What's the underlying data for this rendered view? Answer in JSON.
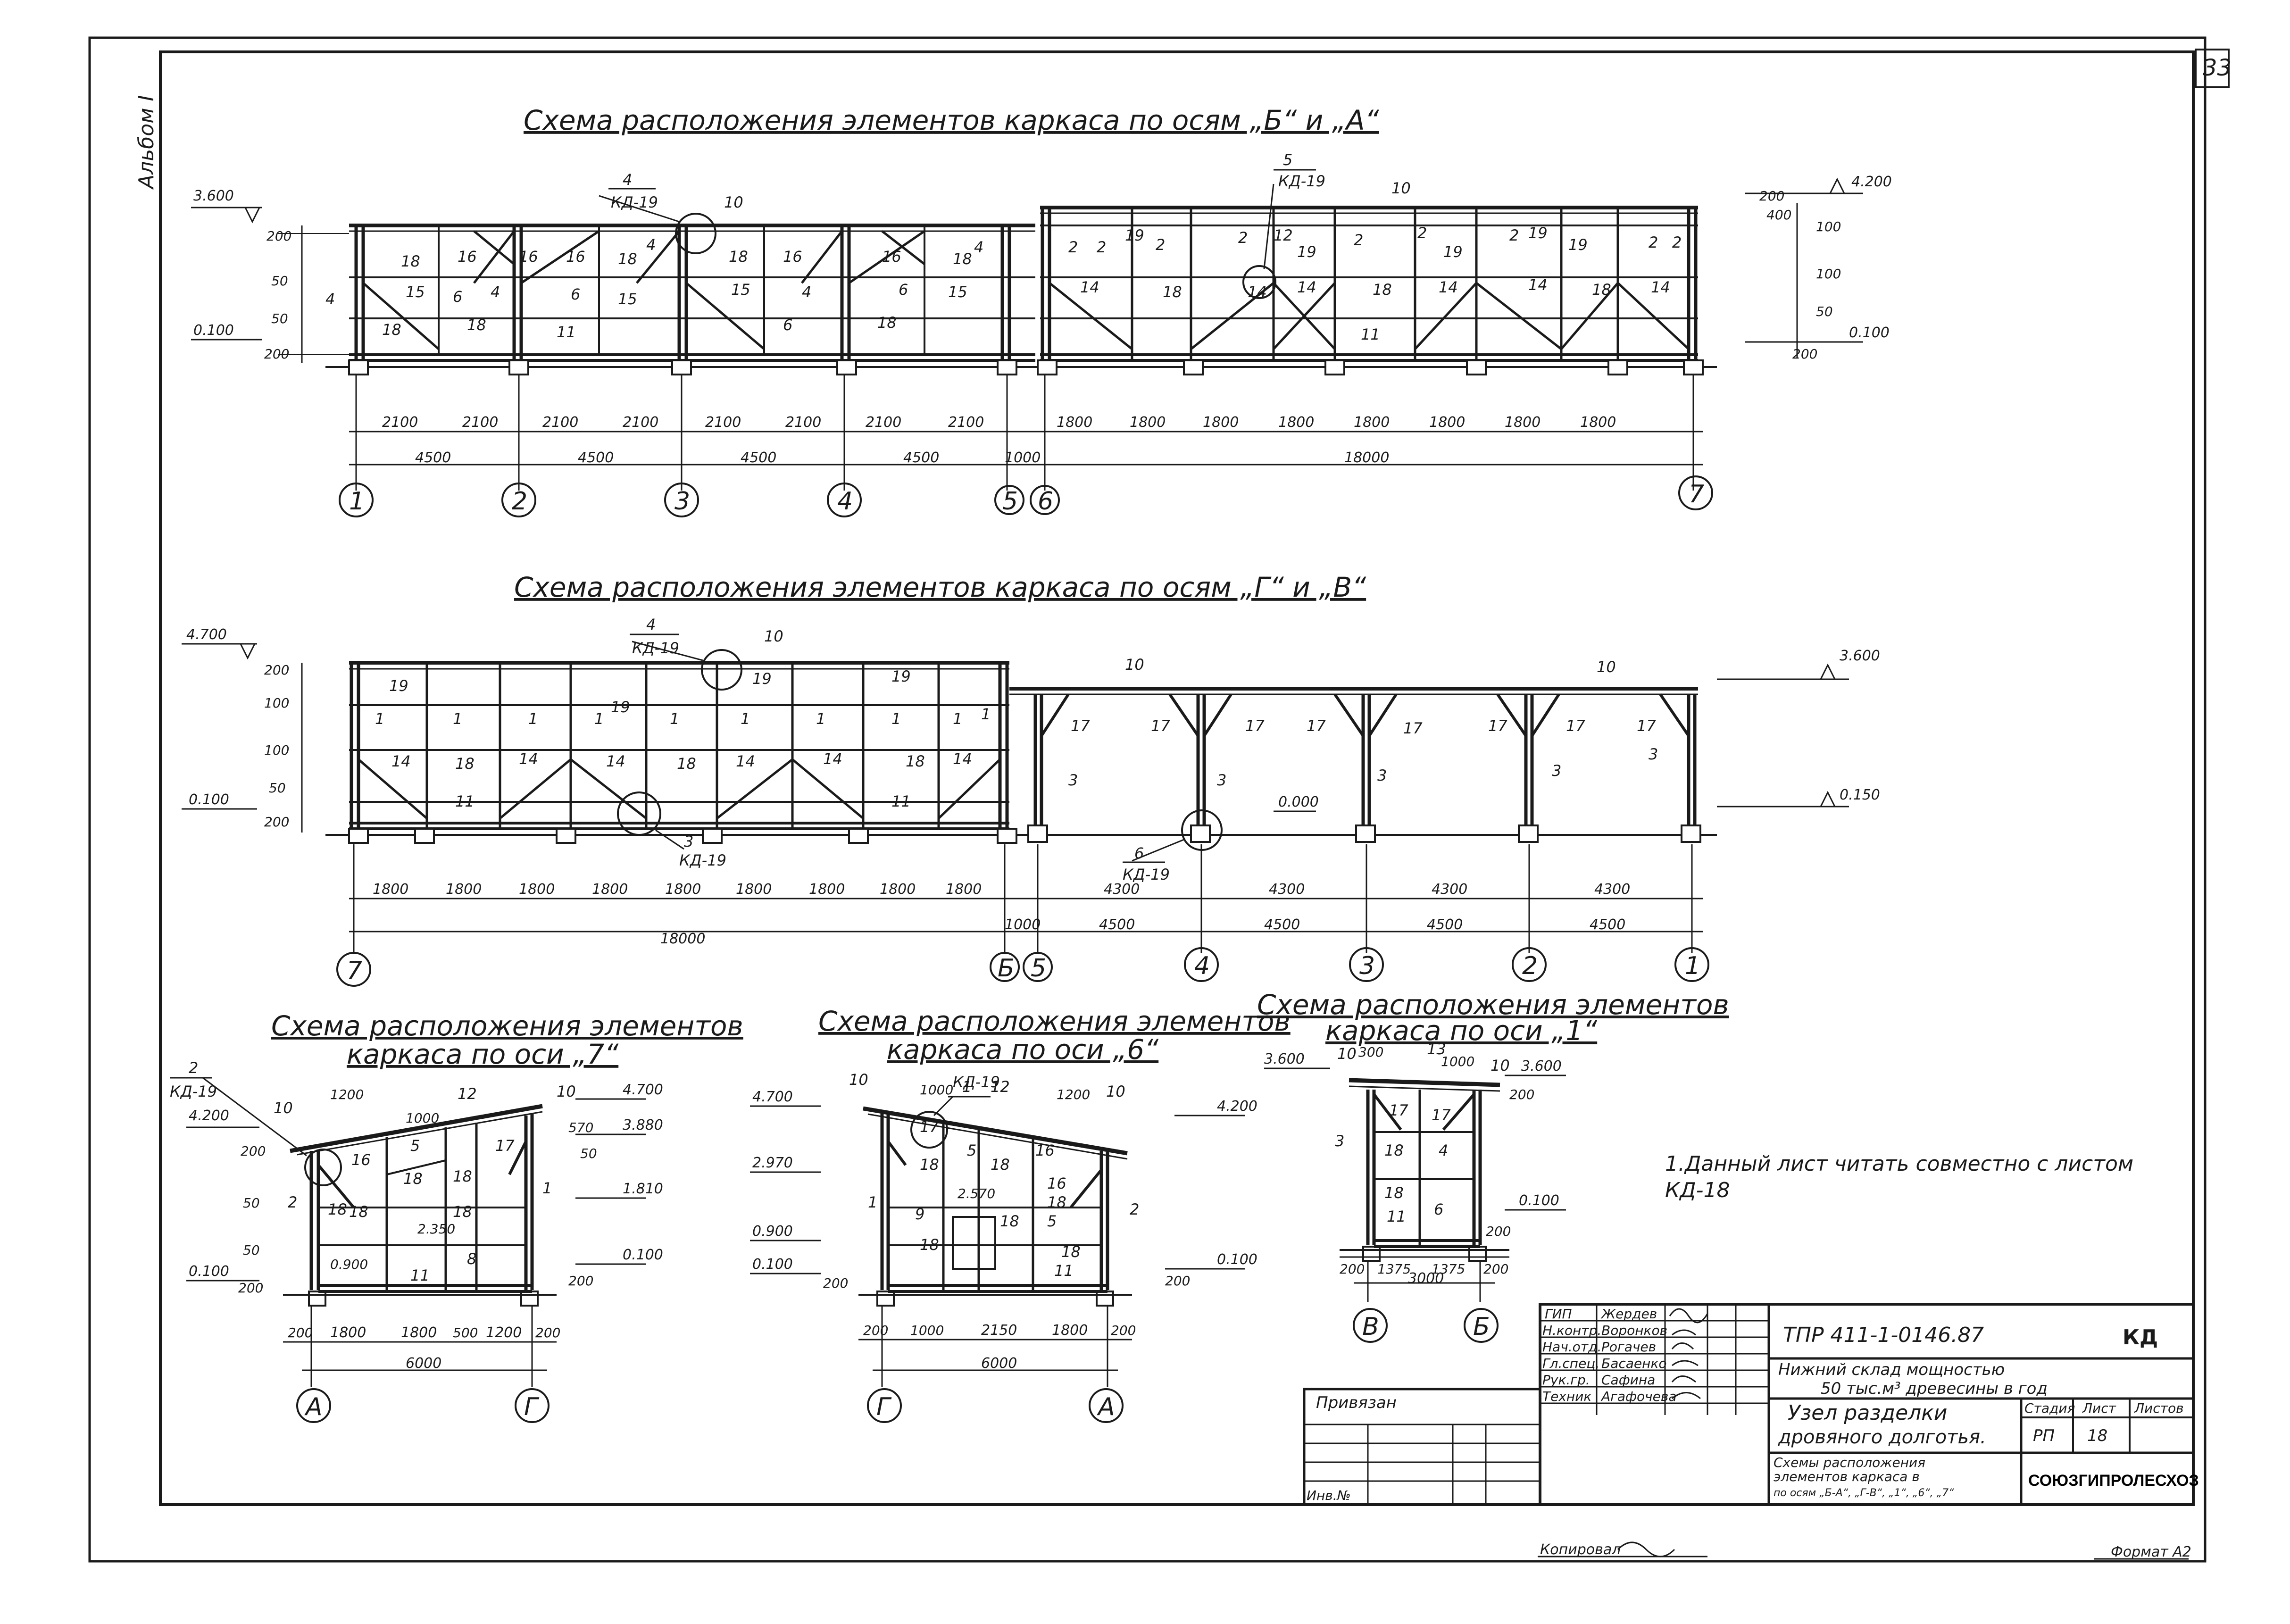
{
  "sheet_number": "33",
  "side_label": "Альбом I",
  "note": "1.Данный лист читать совместно с листом КД-18",
  "stamp": {
    "doc_code": "ТПР 411-1-0146.87",
    "mark": "КД",
    "project_line1": "Нижний склад мощностью",
    "project_line2": "50 тыс.м³ древесины в год",
    "object_line1": "Узел разделки",
    "object_line2": "дровяного долготья.",
    "sheet_title_line1": "Схемы расположения",
    "sheet_title_line2": "элементов каркаса в",
    "sheet_title_line3": "по осям „Б-А“, „Г-В“, „1“, „6“, „7“",
    "stage_header": "Стадия",
    "sheet_header": "Лист",
    "sheets_header": "Листов",
    "stage": "РП",
    "sheet": "18",
    "org": "СОЮЗГИПРОЛЕСХОЗ",
    "binding": "Привязан",
    "inv": "Инв.№",
    "roles": [
      {
        "role": "ГИП",
        "name": "Жердев"
      },
      {
        "role": "Н.контр.",
        "name": "Воронков"
      },
      {
        "role": "Нач.отд.",
        "name": "Рогачев"
      },
      {
        "role": "Гл.спец.",
        "name": "Басаенко"
      },
      {
        "role": "Рук.гр.",
        "name": "Сафина"
      },
      {
        "role": "Техник",
        "name": "Агафочева"
      }
    ]
  },
  "footer_copied": "Копировал",
  "footer_format": "Формат А2",
  "drawings": {
    "top": {
      "title": "Схема расположения элементов каркаса по осям „Б“ и „А“",
      "levels_left": [
        "3.600",
        "0.100"
      ],
      "levels_right": [
        "4.200",
        "0.100"
      ],
      "callout_a": {
        "num": "4",
        "ref": "КД-19"
      },
      "callout_b": {
        "num": "5",
        "ref": "КД-19"
      },
      "span_labels_left": [
        "2100",
        "2100",
        "2100",
        "2100",
        "2100",
        "2100",
        "2100",
        "2100"
      ],
      "span_labels_right": [
        "1800",
        "1800",
        "1800",
        "1800",
        "1800",
        "1800",
        "1800",
        "1800"
      ],
      "axis_spans": [
        "4500",
        "4500",
        "4500",
        "4500",
        "1000",
        "18000"
      ],
      "axes": [
        "1",
        "2",
        "3",
        "4",
        "5",
        "6",
        "7"
      ]
    },
    "middle": {
      "title": "Схема расположения элементов каркаса по осям „Г“ и „В“",
      "levels_left": [
        "4.700",
        "0.100"
      ],
      "levels_right": [
        "3.600",
        "0.150"
      ],
      "level_mid": "0.000",
      "callout_a": {
        "num": "4",
        "ref": "КД-19"
      },
      "callout_b": {
        "num": "3",
        "ref": "КД-19"
      },
      "callout_c": {
        "num": "6",
        "ref": "КД-19"
      },
      "span_labels_left": [
        "1800",
        "1800",
        "1800",
        "1800",
        "1800",
        "1800",
        "1800",
        "1800",
        "1800"
      ],
      "span_labels_right": [
        "4300",
        "4300",
        "4300",
        "4300"
      ],
      "axis_spans": [
        "18000",
        "1000",
        "4500",
        "4500",
        "4500",
        "4500"
      ],
      "axes": [
        "7",
        "Б",
        "5",
        "4",
        "3",
        "2",
        "1"
      ]
    },
    "axis7": {
      "title_line1": "Схема расположения элементов",
      "title_line2": "каркаса по оси „7“",
      "callout": {
        "num": "2",
        "ref": "КД-19"
      },
      "levels_left": [
        "4.200",
        "0.100"
      ],
      "levels_right": [
        "4.700",
        "3.880",
        "1.810",
        "0.100"
      ],
      "spans": [
        "200",
        "1800",
        "1800",
        "500",
        "1200",
        "200"
      ],
      "total": "6000",
      "axes": [
        "А",
        "Г"
      ]
    },
    "axis6": {
      "title_line1": "Схема расположения элементов",
      "title_line2": "каркаса по оси „6“",
      "callout": {
        "num": "1",
        "ref": "КД-19"
      },
      "levels_left": [
        "4.700",
        "2.970",
        "0.900",
        "0.100"
      ],
      "levels_right": [
        "4.200",
        "0.100"
      ],
      "spans": [
        "200",
        "1000",
        "2150",
        "1800",
        "200"
      ],
      "total": "6000",
      "axes": [
        "Г",
        "А"
      ]
    },
    "axis1": {
      "title_line1": "Схема расположения элементов",
      "title_line2": "каркаса по оси „1“",
      "levels_left": [
        "3.600"
      ],
      "levels_right": [
        "3.600",
        "0.100"
      ],
      "spans": [
        "200",
        "1375",
        "1375",
        "200"
      ],
      "total": "3000",
      "axes": [
        "В",
        "Б"
      ]
    }
  }
}
